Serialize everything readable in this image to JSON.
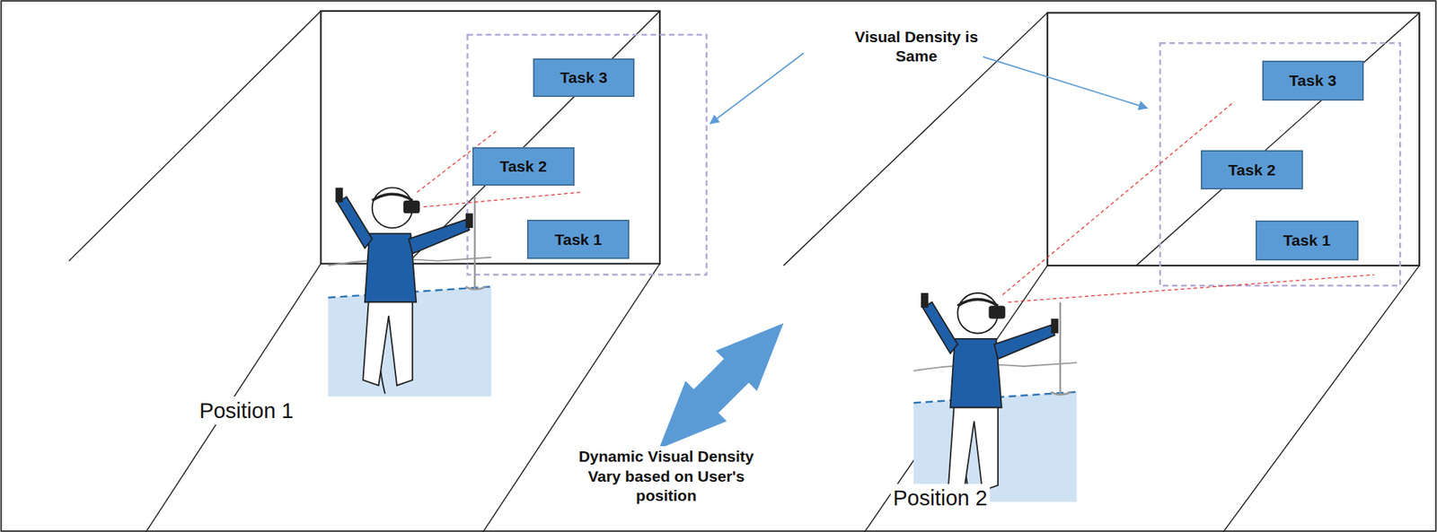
{
  "diagram": {
    "nodes": [
      {
        "text": [
          "Task 3"
        ]
      },
      {
        "text": [
          "Task 2"
        ]
      },
      {
        "text": [
          "Task 1"
        ]
      },
      {
        "text": [
          "Task 3"
        ]
      },
      {
        "text": [
          "Task 2"
        ]
      },
      {
        "text": [
          "Task 1"
        ]
      }
    ],
    "labels": [
      "Visual Density is Same",
      "Position 1",
      "Position 2",
      "Dynamic Visual Density Vary based on User's position"
    ]
  }
}
